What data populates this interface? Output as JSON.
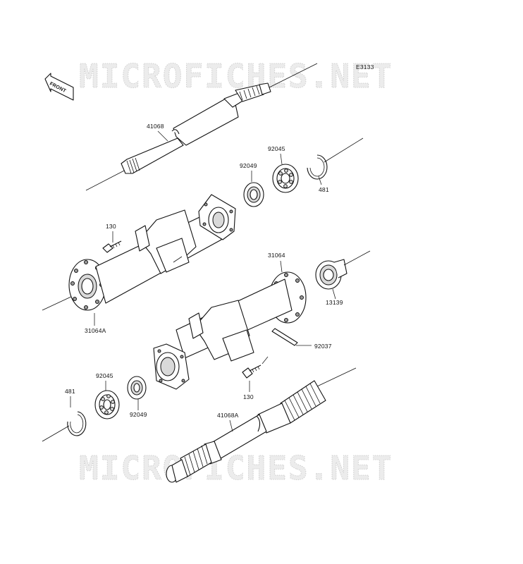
{
  "diagram_code": "E3133",
  "front_label": "FRONT",
  "watermark_top": "MICROFICHES.NET",
  "watermark_bottom": "MICROFICHES.NET",
  "parts": {
    "p41068": "41068",
    "p92045a": "92045",
    "p92049a": "92049",
    "p481a": "481",
    "p130a": "130",
    "p31064": "31064",
    "p13139": "13139",
    "p31064A": "31064A",
    "p92037": "92037",
    "p130b": "130",
    "p92045b": "92045",
    "p481b": "481",
    "p92049b": "92049",
    "p41068A": "41068A"
  }
}
